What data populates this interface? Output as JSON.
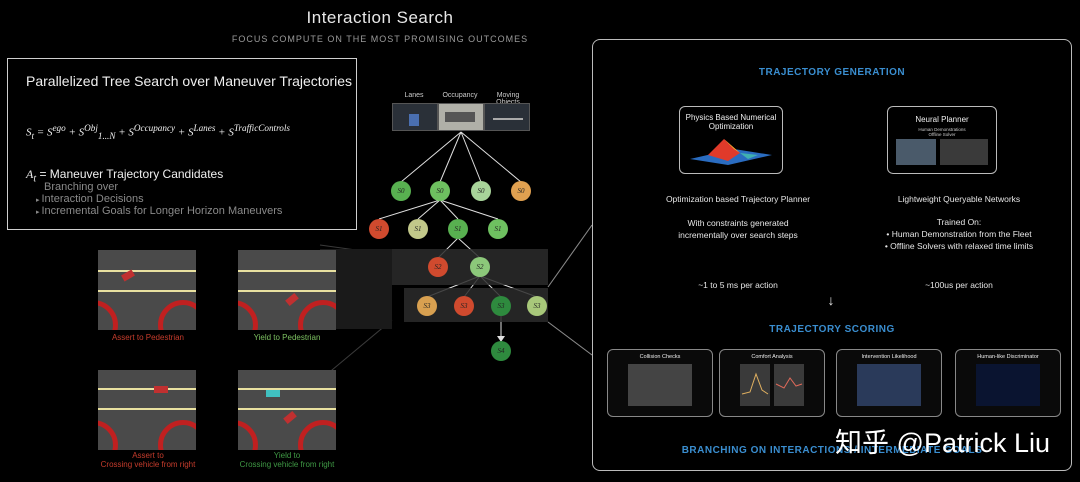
{
  "header": {
    "title": "Interaction Search",
    "subtitle": "FOCUS COMPUTE ON THE MOST PROMISING OUTCOMES"
  },
  "tree_box": {
    "heading": "Parallelized Tree Search over Maneuver Trajectories",
    "formula": "S_t = S^ego + S^Obj_1...N + S^Occupancy + S^Lanes + S^TrafficControls",
    "at_symbol": "A_t",
    "at_text": "= Maneuver Trajectory Candidates",
    "branching": "Branching over",
    "bullets": [
      "Interaction Decisions",
      "Incremental Goals for Longer Horizon Maneuvers"
    ]
  },
  "inputs": [
    "Lanes",
    "Occupancy",
    "Moving Objects"
  ],
  "tree": {
    "level1": [
      "S0",
      "S0",
      "S0",
      "S0"
    ],
    "level2": [
      "S1",
      "S1",
      "S1",
      "S1"
    ],
    "level3": [
      "S2",
      "S2"
    ],
    "level4": [
      "S3",
      "S3",
      "S3",
      "S3"
    ],
    "level5": [
      "S4"
    ],
    "colors": {
      "green": "#58b050",
      "lightgreen": "#8cc87a",
      "orange": "#e0a050",
      "red": "#d04a2e",
      "olive": "#b8c27a",
      "darkgreen": "#2e8a3e"
    }
  },
  "scenes": [
    {
      "label": "Assert to Pedestrian",
      "color": "#c63c2c"
    },
    {
      "label": "Yield to Pedestrian",
      "color": "#7cc060"
    },
    {
      "label": "Assert to\nCrossing vehicle from right",
      "color": "#c63c2c"
    },
    {
      "label": "Yield to\nCrossing vehicle from right",
      "color": "#3f9a45"
    }
  ],
  "trajectory_generation": {
    "title": "TRAJECTORY GENERATION",
    "left_card_title": "Physics Based Numerical\nOptimization",
    "right_card_title": "Neural Planner",
    "right_card_sub": "Human Demonstrations\nOffline Solver",
    "left_heading": "Optimization based Trajectory Planner",
    "left_desc": "With constraints generated\nincrementally over search steps",
    "left_time": "~1 to 5 ms per action",
    "right_heading": "Lightweight Queryable Networks",
    "right_trained": "Trained On:",
    "right_bullets": [
      "Human Demonstration from the Fleet",
      "Offline Solvers with relaxed time limits"
    ],
    "right_time": "~100us per action"
  },
  "trajectory_scoring": {
    "title": "TRAJECTORY SCORING",
    "cards": [
      "Collision Checks",
      "Comfort Analysis",
      "Intervention Likelihood",
      "Human-like Discriminator"
    ]
  },
  "footer": "BRANCHING ON INTERACTIONS / INTERMEDIATE GOALS",
  "watermark": "知乎 @Patrick Liu"
}
